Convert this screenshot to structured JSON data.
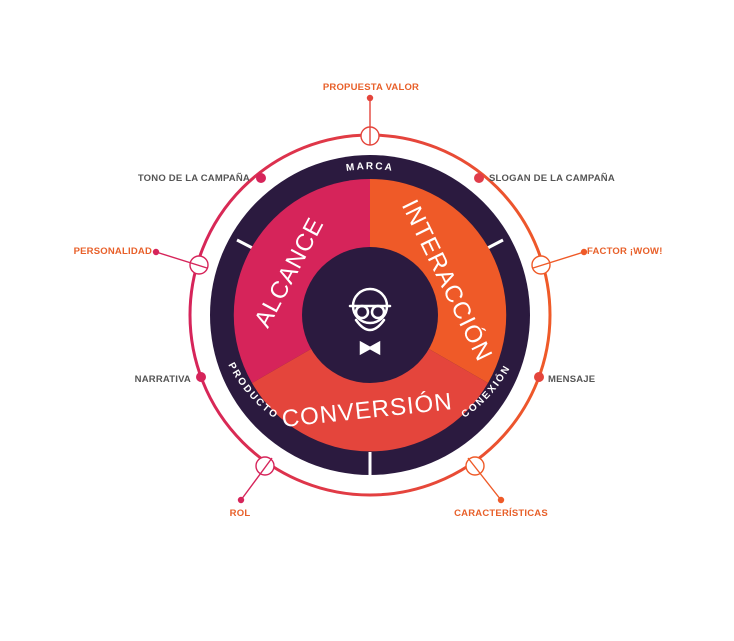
{
  "colors": {
    "dark": "#2b1a3f",
    "magenta": "#d6245a",
    "orange": "#ef5a28",
    "red_orange": "#e4453c",
    "outer_ring_start": "#d6245a",
    "outer_ring_end": "#ef5a28",
    "label_orange": "#e8602a",
    "label_gray": "#555555"
  },
  "ring_labels": {
    "top": "MARCA",
    "left": "PRODUCTO",
    "right": "CONEXIÓN"
  },
  "segments": {
    "left": "ALCANCE",
    "right": "INTERACCIÓN",
    "bottom": "CONVERSIÓN"
  },
  "center_icon": "explorer-face-icon",
  "outer_labels": {
    "propuesta_valor": "PROPUESTA VALOR",
    "tono_campana": "TONO DE LA CAMPAÑA",
    "slogan_campana": "SLOGAN DE LA CAMPAÑA",
    "personalidad": "PERSONALIDAD",
    "factor_wow": "FACTOR ¡WOW!",
    "narrativa": "NARRATIVA",
    "mensaje": "MENSAJE",
    "rol": "ROL",
    "caracteristicas": "CARACTERÍSTICAS"
  }
}
